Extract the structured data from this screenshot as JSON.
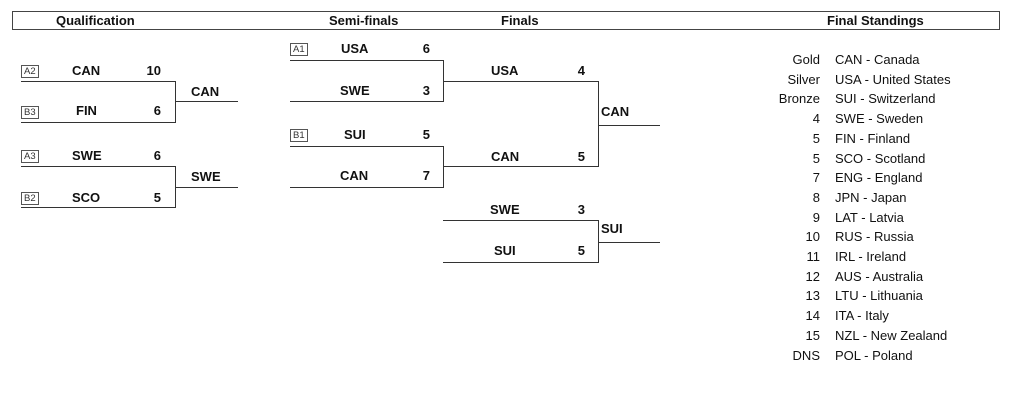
{
  "headers": {
    "qualification": "Qualification",
    "semifinals": "Semi-finals",
    "finals": "Finals",
    "standings": "Final Standings"
  },
  "qualification": [
    {
      "top": {
        "seed": "A2",
        "team": "CAN",
        "score": "10"
      },
      "bottom": {
        "seed": "B3",
        "team": "FIN",
        "score": "6"
      },
      "winner": "CAN"
    },
    {
      "top": {
        "seed": "A3",
        "team": "SWE",
        "score": "6"
      },
      "bottom": {
        "seed": "B2",
        "team": "SCO",
        "score": "5"
      },
      "winner": "SWE"
    }
  ],
  "semifinals": [
    {
      "top": {
        "seed": "A1",
        "team": "USA",
        "score": "6"
      },
      "bottom": {
        "team": "SWE",
        "score": "3"
      }
    },
    {
      "top": {
        "seed": "B1",
        "team": "SUI",
        "score": "5"
      },
      "bottom": {
        "team": "CAN",
        "score": "7"
      }
    }
  ],
  "final": {
    "top": {
      "team": "USA",
      "score": "4"
    },
    "bottom": {
      "team": "CAN",
      "score": "5"
    },
    "winner": "CAN"
  },
  "bronze": {
    "top": {
      "team": "SWE",
      "score": "3"
    },
    "bottom": {
      "team": "SUI",
      "score": "5"
    },
    "winner": "SUI"
  },
  "standings": [
    {
      "rank": "Gold",
      "team": "CAN - Canada"
    },
    {
      "rank": "Silver",
      "team": "USA - United States"
    },
    {
      "rank": "Bronze",
      "team": "SUI - Switzerland"
    },
    {
      "rank": "4",
      "team": "SWE - Sweden"
    },
    {
      "rank": "5",
      "team": "FIN - Finland"
    },
    {
      "rank": "5",
      "team": "SCO - Scotland"
    },
    {
      "rank": "7",
      "team": "ENG - England"
    },
    {
      "rank": "8",
      "team": "JPN - Japan"
    },
    {
      "rank": "9",
      "team": "LAT - Latvia"
    },
    {
      "rank": "10",
      "team": "RUS - Russia"
    },
    {
      "rank": "11",
      "team": "IRL - Ireland"
    },
    {
      "rank": "12",
      "team": "AUS - Australia"
    },
    {
      "rank": "13",
      "team": "LTU - Lithuania"
    },
    {
      "rank": "14",
      "team": "ITA - Italy"
    },
    {
      "rank": "15",
      "team": "NZL - New Zealand"
    },
    {
      "rank": "DNS",
      "team": "POL - Poland"
    }
  ]
}
